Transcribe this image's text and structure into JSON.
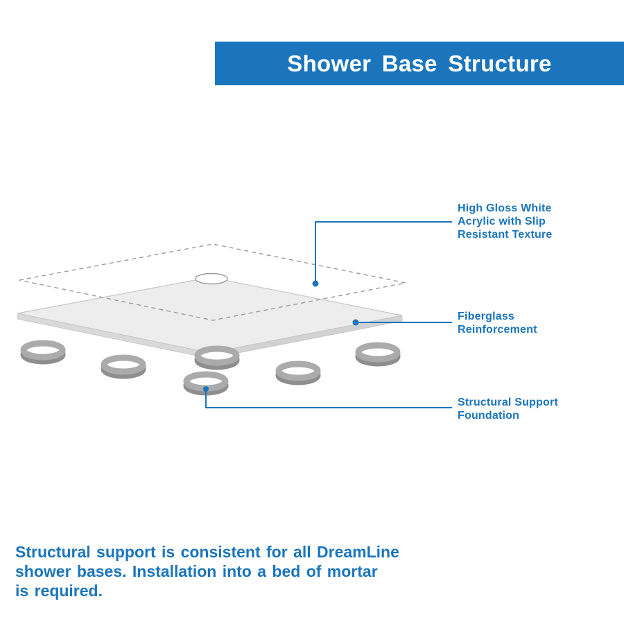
{
  "header": {
    "title": "Shower Base Structure",
    "bg_color": "#1b75bc",
    "text_color": "#ffffff"
  },
  "diagram": {
    "accent_color": "#1b75bc",
    "layer_fill_color": "#ededed",
    "ring_color": "#9e9e9e",
    "labels": {
      "acrylic": "High Gloss White\nAcrylic with Slip\nResistant Texture",
      "fiberglass": "Fiberglass\nReinforcement",
      "foundation": "Structural Support\nFoundation"
    }
  },
  "footer": {
    "note": "Structural support is consistent for all DreamLine\nshower bases. Installation into a bed of mortar\nis required."
  }
}
